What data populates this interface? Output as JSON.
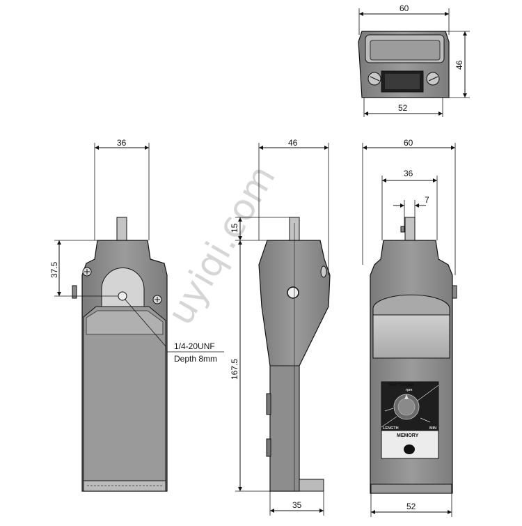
{
  "watermark": "uyiqi.com",
  "top_view": {
    "width_top": "60",
    "height": "46",
    "width_bottom": "52"
  },
  "left_view": {
    "width": "36",
    "height": "37.5",
    "thread": "1/4-20UNF",
    "depth": "Depth 8mm"
  },
  "side_view": {
    "width": "46",
    "shaft": "15",
    "length": "167.5",
    "base": "35"
  },
  "front_view": {
    "width": "60",
    "sensor_spacing": "36",
    "shaft_offset": "7",
    "base_width": "52",
    "dial": {
      "top_label": "Non Contact",
      "top_sub": "rpm",
      "left_label": "LENGTH",
      "right_label": "MIN"
    },
    "memory_label": "MEMORY"
  },
  "colors": {
    "body": "#8a8a8a",
    "body_light": "#b8b8b8",
    "body_dark": "#555555",
    "display": "#1e1e1e"
  }
}
